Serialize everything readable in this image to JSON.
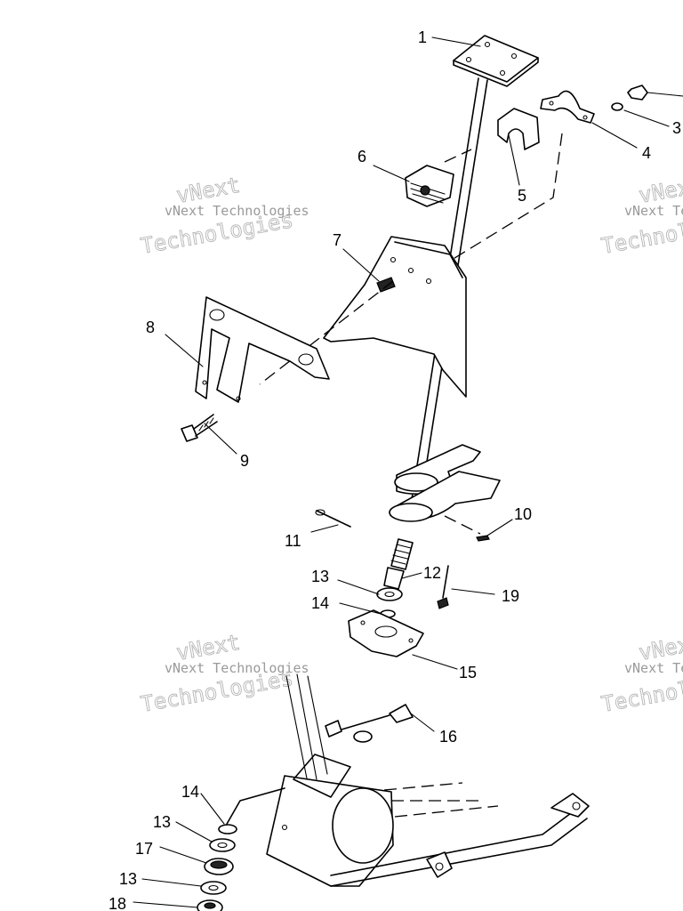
{
  "callouts": [
    {
      "id": "1",
      "label": "1"
    },
    {
      "id": "3",
      "label": "3"
    },
    {
      "id": "4",
      "label": "4"
    },
    {
      "id": "5",
      "label": "5"
    },
    {
      "id": "6",
      "label": "6"
    },
    {
      "id": "7",
      "label": "7"
    },
    {
      "id": "8",
      "label": "8"
    },
    {
      "id": "9",
      "label": "9"
    },
    {
      "id": "10",
      "label": "10"
    },
    {
      "id": "11",
      "label": "11"
    },
    {
      "id": "12",
      "label": "12"
    },
    {
      "id": "13a",
      "label": "13"
    },
    {
      "id": "14a",
      "label": "14"
    },
    {
      "id": "15",
      "label": "15"
    },
    {
      "id": "16",
      "label": "16"
    },
    {
      "id": "19",
      "label": "19"
    },
    {
      "id": "14b",
      "label": "14"
    },
    {
      "id": "13b",
      "label": "13"
    },
    {
      "id": "17",
      "label": "17"
    },
    {
      "id": "13c",
      "label": "13"
    },
    {
      "id": "18",
      "label": "18"
    }
  ],
  "watermark": {
    "small": "vNext Technologies",
    "big_top": "vNext",
    "big_bottom": "Technologies"
  }
}
